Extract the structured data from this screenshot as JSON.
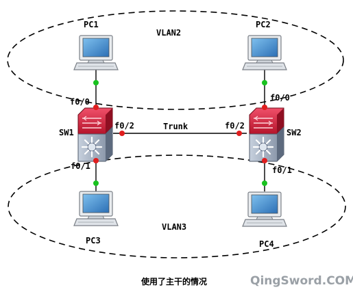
{
  "vlans": {
    "top": "VLAN2",
    "bottom": "VLAN3"
  },
  "devices": {
    "pc1": "PC1",
    "pc2": "PC2",
    "pc3": "PC3",
    "pc4": "PC4",
    "sw1": "SW1",
    "sw2": "SW2"
  },
  "ports": {
    "sw1_top": "f0/0",
    "sw1_bottom": "f0/1",
    "sw1_trunk": "f0/2",
    "sw2_top": "f0/0",
    "sw2_bottom": "f0/1",
    "sw2_trunk": "f0/2"
  },
  "link": {
    "trunk_label": "Trunk"
  },
  "caption": "使用了主干的情况",
  "watermark": "QingSword.COM",
  "colors": {
    "switch_top": "#d2233a",
    "switch_body": "#a9b5c7",
    "port_up": "#19c21f",
    "port_down": "#e01e1e",
    "monitor_screen": "#3f8fcf"
  },
  "icons": {
    "pc": "pc-monitor-icon",
    "switch": "layer3-switch-icon"
  }
}
